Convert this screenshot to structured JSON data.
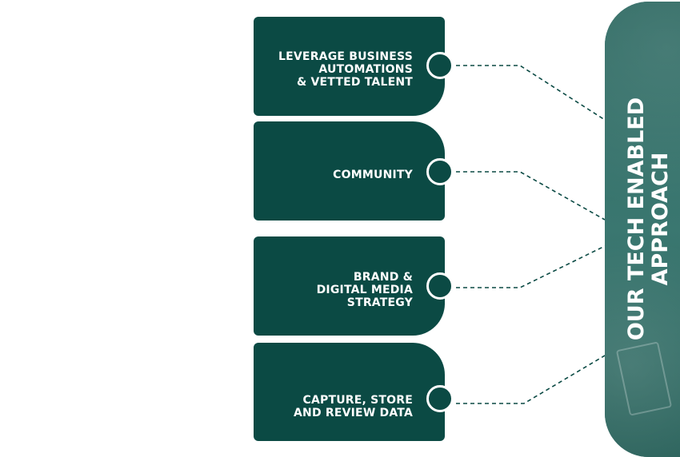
{
  "banner": {
    "title_line1": "OUR TECH ENABLED",
    "title_line2": "APPROACH"
  },
  "cards": [
    {
      "label": "LEVERAGE BUSINESS\nAUTOMATIONS\n& VETTED TALENT"
    },
    {
      "label": "COMMUNITY"
    },
    {
      "label": "BRAND &\nDIGITAL MEDIA\nSTRATEGY"
    },
    {
      "label": "CAPTURE, STORE\nAND REVIEW DATA"
    }
  ],
  "colors": {
    "card": "#0b4a44",
    "connector": "#0b4a44",
    "banner": "#2d6760"
  }
}
